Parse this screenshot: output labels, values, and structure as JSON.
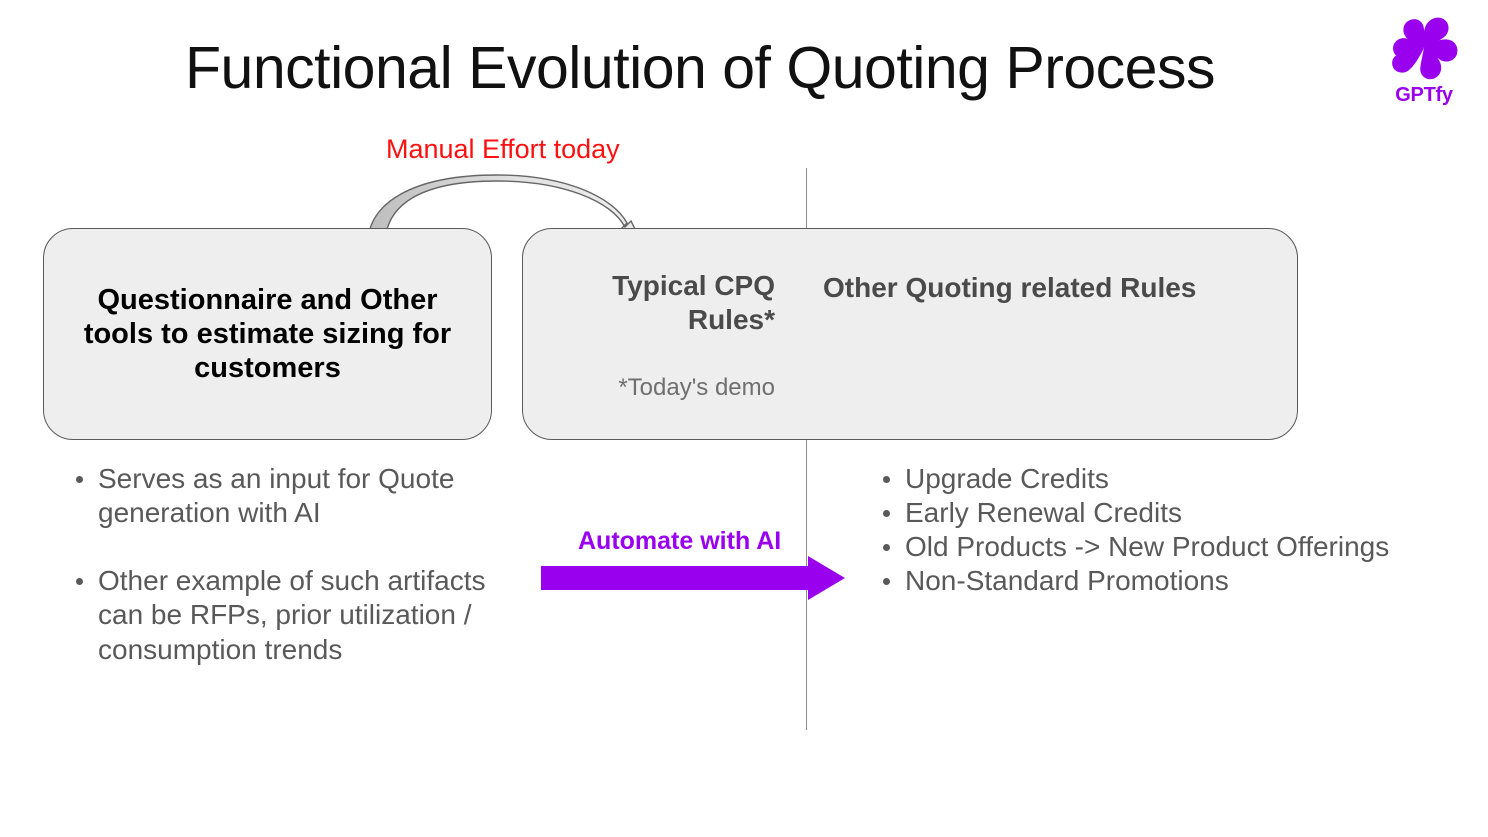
{
  "slide": {
    "title": "Functional Evolution of Quoting Process",
    "background_color": "#ffffff"
  },
  "logo": {
    "name": "gptfy-logo",
    "wordmark": "GPTfy",
    "color": "#9900EE",
    "icon": "pinwheel-icon"
  },
  "annotations": {
    "manual_effort": {
      "text": "Manual Effort today",
      "color": "#FF1010"
    },
    "automate": {
      "text": "Automate with AI",
      "color": "#9900EE"
    }
  },
  "boxes": {
    "left": {
      "title": "Questionnaire and Other tools to estimate sizing for customers",
      "fill": "#eeeeee",
      "border": "#5a5a5a",
      "text_color": "#000000"
    },
    "right": {
      "fill": "#eeeeee",
      "border": "#5a5a5a",
      "text_color": "#4a4a4a",
      "cpq_title": "Typical CPQ Rules*",
      "cpq_note": "*Today's demo",
      "other_title": "Other Quoting related Rules"
    }
  },
  "bullets": {
    "left": [
      "Serves as an input for Quote generation with AI",
      "Other example of such artifacts can be RFPs, prior utilization / consumption trends"
    ],
    "right": [
      "Upgrade Credits",
      "Early Renewal Credits",
      "Old Products -> New Product Offerings",
      "Non-Standard Promotions"
    ]
  }
}
